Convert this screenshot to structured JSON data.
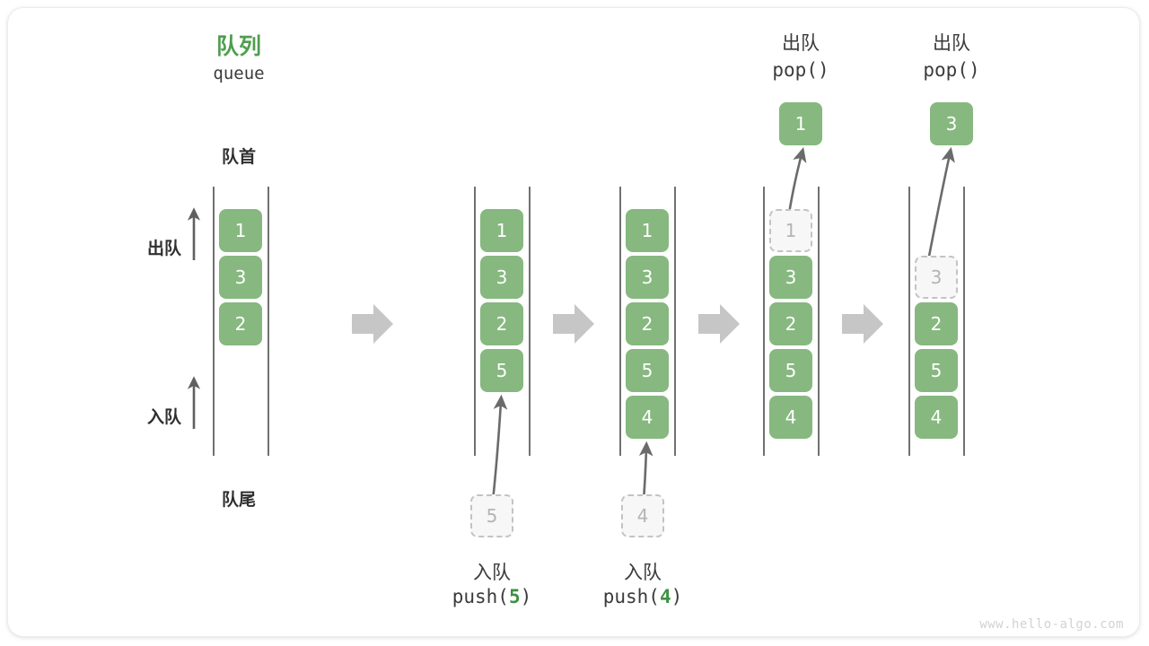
{
  "diagram": {
    "title_cn": "队列",
    "title_en": "queue",
    "head_label": "队首",
    "tail_label": "队尾",
    "dequeue_label": "出队",
    "enqueue_label": "入队",
    "watermark": "www.hello-algo.com",
    "colors": {
      "accent_green": "#4f9e4f",
      "cell_green": "#86b87f",
      "ghost_fill": "#f7f7f7",
      "ghost_border": "#c3c3c3",
      "arrow_gray": "#6b6b6b",
      "block_arrow": "#c6c6c6",
      "rail": "#4d4d4d",
      "text_dark": "#3b3b3b"
    }
  },
  "panels": [
    {
      "id": "initial",
      "cells": [
        "1",
        "3",
        "2"
      ],
      "ghost_index": -1,
      "op_cn": "",
      "op_code": ""
    },
    {
      "id": "push-5",
      "cells": [
        "1",
        "3",
        "2",
        "5"
      ],
      "ghost_index": -1,
      "op_cn": "入队",
      "op_code_prefix": "push(",
      "op_code_arg": "5",
      "op_code_suffix": ")",
      "incoming_value": "5"
    },
    {
      "id": "push-4",
      "cells": [
        "1",
        "3",
        "2",
        "5",
        "4"
      ],
      "ghost_index": -1,
      "op_cn": "入队",
      "op_code_prefix": "push(",
      "op_code_arg": "4",
      "op_code_suffix": ")",
      "incoming_value": "4"
    },
    {
      "id": "pop-1",
      "cells": [
        "1",
        "3",
        "2",
        "5",
        "4"
      ],
      "ghost_index": 0,
      "op_cn": "出队",
      "op_code_prefix": "pop(",
      "op_code_arg": "",
      "op_code_suffix": ")",
      "popped_value": "1"
    },
    {
      "id": "pop-3",
      "cells": [
        "3",
        "2",
        "5",
        "4"
      ],
      "ghost_index": 0,
      "op_cn": "出队",
      "op_code_prefix": "pop(",
      "op_code_arg": "",
      "op_code_suffix": ")",
      "popped_value": "3"
    }
  ],
  "cell_values": {
    "p1": [
      "1",
      "3",
      "2"
    ],
    "p2": [
      "1",
      "3",
      "2",
      "5"
    ],
    "p3": [
      "1",
      "3",
      "2",
      "5",
      "4"
    ],
    "p4": [
      "1",
      "3",
      "2",
      "5",
      "4"
    ],
    "p5": [
      "3",
      "2",
      "5",
      "4"
    ],
    "in5": "5",
    "in4": "4",
    "out1": "1",
    "out3": "3"
  },
  "ops": {
    "push5_cn": "入队",
    "push5_code_prefix": "push(",
    "push5_code_arg": "5",
    "push5_code_suffix": ")",
    "push4_cn": "入队",
    "push4_code_prefix": "push(",
    "push4_code_arg": "4",
    "push4_code_suffix": ")",
    "pop1_cn": "出队",
    "pop1_code": "pop()",
    "pop2_cn": "出队",
    "pop2_code": "pop()"
  }
}
